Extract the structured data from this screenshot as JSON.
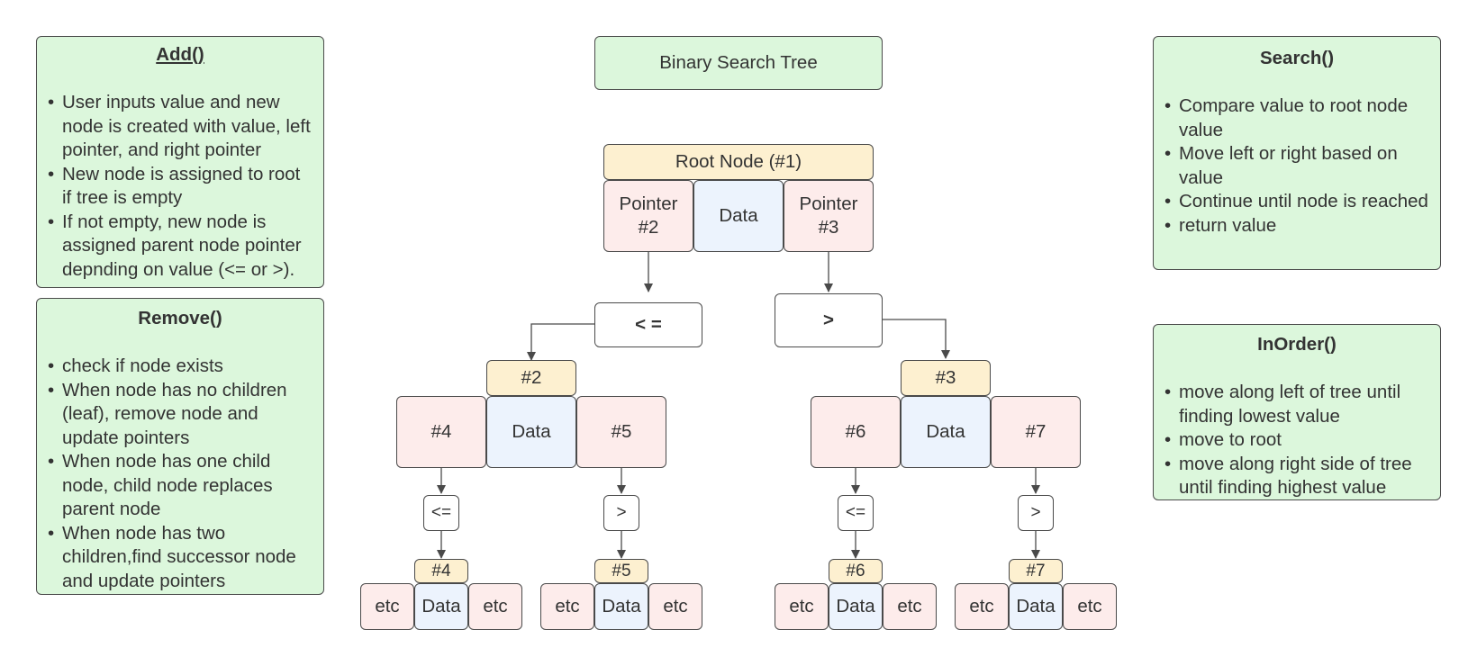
{
  "add_panel": {
    "title": "Add()",
    "bullets": [
      "User inputs value and new node is created with value, left pointer, and right pointer",
      "New node is assigned to root if tree is empty",
      "If not empty, new node is assigned parent node pointer depnding on value (<= or >)."
    ]
  },
  "remove_panel": {
    "title": "Remove()",
    "bullets": [
      "check if node exists",
      "When node has no children (leaf), remove node and update pointers",
      "When node has one child node, child node replaces parent node",
      "When node has two children,find successor node and update pointers"
    ]
  },
  "search_panel": {
    "title": "Search()",
    "bullets": [
      "Compare value to root node value",
      "Move left or right based on value",
      "Continue until node is reached",
      "return value"
    ]
  },
  "inorder_panel": {
    "title": "InOrder()",
    "bullets": [
      "move along left of tree until finding lowest value",
      "move to root",
      "move along right side of tree until finding highest value"
    ]
  },
  "title": "Binary Search Tree",
  "root": {
    "label": "Root Node (#1)",
    "left": "Pointer #2",
    "data": "Data",
    "right": "Pointer #3"
  },
  "compare": {
    "lte": "< =",
    "gt": ">",
    "small_lte": "<=",
    "small_gt": ">"
  },
  "node2": {
    "label": "#2",
    "left": "#4",
    "data": "Data",
    "right": "#5"
  },
  "node3": {
    "label": "#3",
    "left": "#6",
    "data": "Data",
    "right": "#7"
  },
  "leaves": [
    {
      "label": "#4",
      "left": "etc",
      "data": "Data",
      "right": "etc"
    },
    {
      "label": "#5",
      "left": "etc",
      "data": "Data",
      "right": "etc"
    },
    {
      "label": "#6",
      "left": "etc",
      "data": "Data",
      "right": "etc"
    },
    {
      "label": "#7",
      "left": "etc",
      "data": "Data",
      "right": "etc"
    }
  ],
  "colors": {
    "panel_green": "#dcf7dc",
    "label_yellow": "#fdf0d0",
    "pointer_pink": "#fdeceb",
    "data_blue": "#ecf3fd",
    "border": "#4a4a4a"
  }
}
